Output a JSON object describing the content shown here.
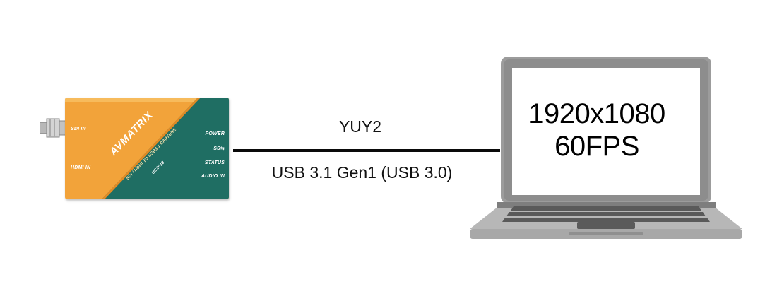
{
  "device": {
    "brand": "AVMATRIX",
    "product": "SDI / HDMI TO USB3.1 CAPTURE",
    "model": "UC2018",
    "ports_left": [
      "SDI IN",
      "HDMI IN"
    ],
    "indicators_right": [
      "POWER",
      "SS⇆",
      "STATUS",
      "AUDIO IN"
    ],
    "colors": {
      "body": "#f2a33a",
      "panel": "#1f6e63"
    }
  },
  "connection": {
    "format": "YUY2",
    "interface": "USB 3.1 Gen1 (USB 3.0)",
    "cable_color": "#0a0a0a"
  },
  "laptop": {
    "resolution": "1920x1080",
    "framerate": "60FPS",
    "colors": {
      "frame": "#9a9a9a",
      "keys": "#555555",
      "deck": "#b9b9b9"
    }
  }
}
